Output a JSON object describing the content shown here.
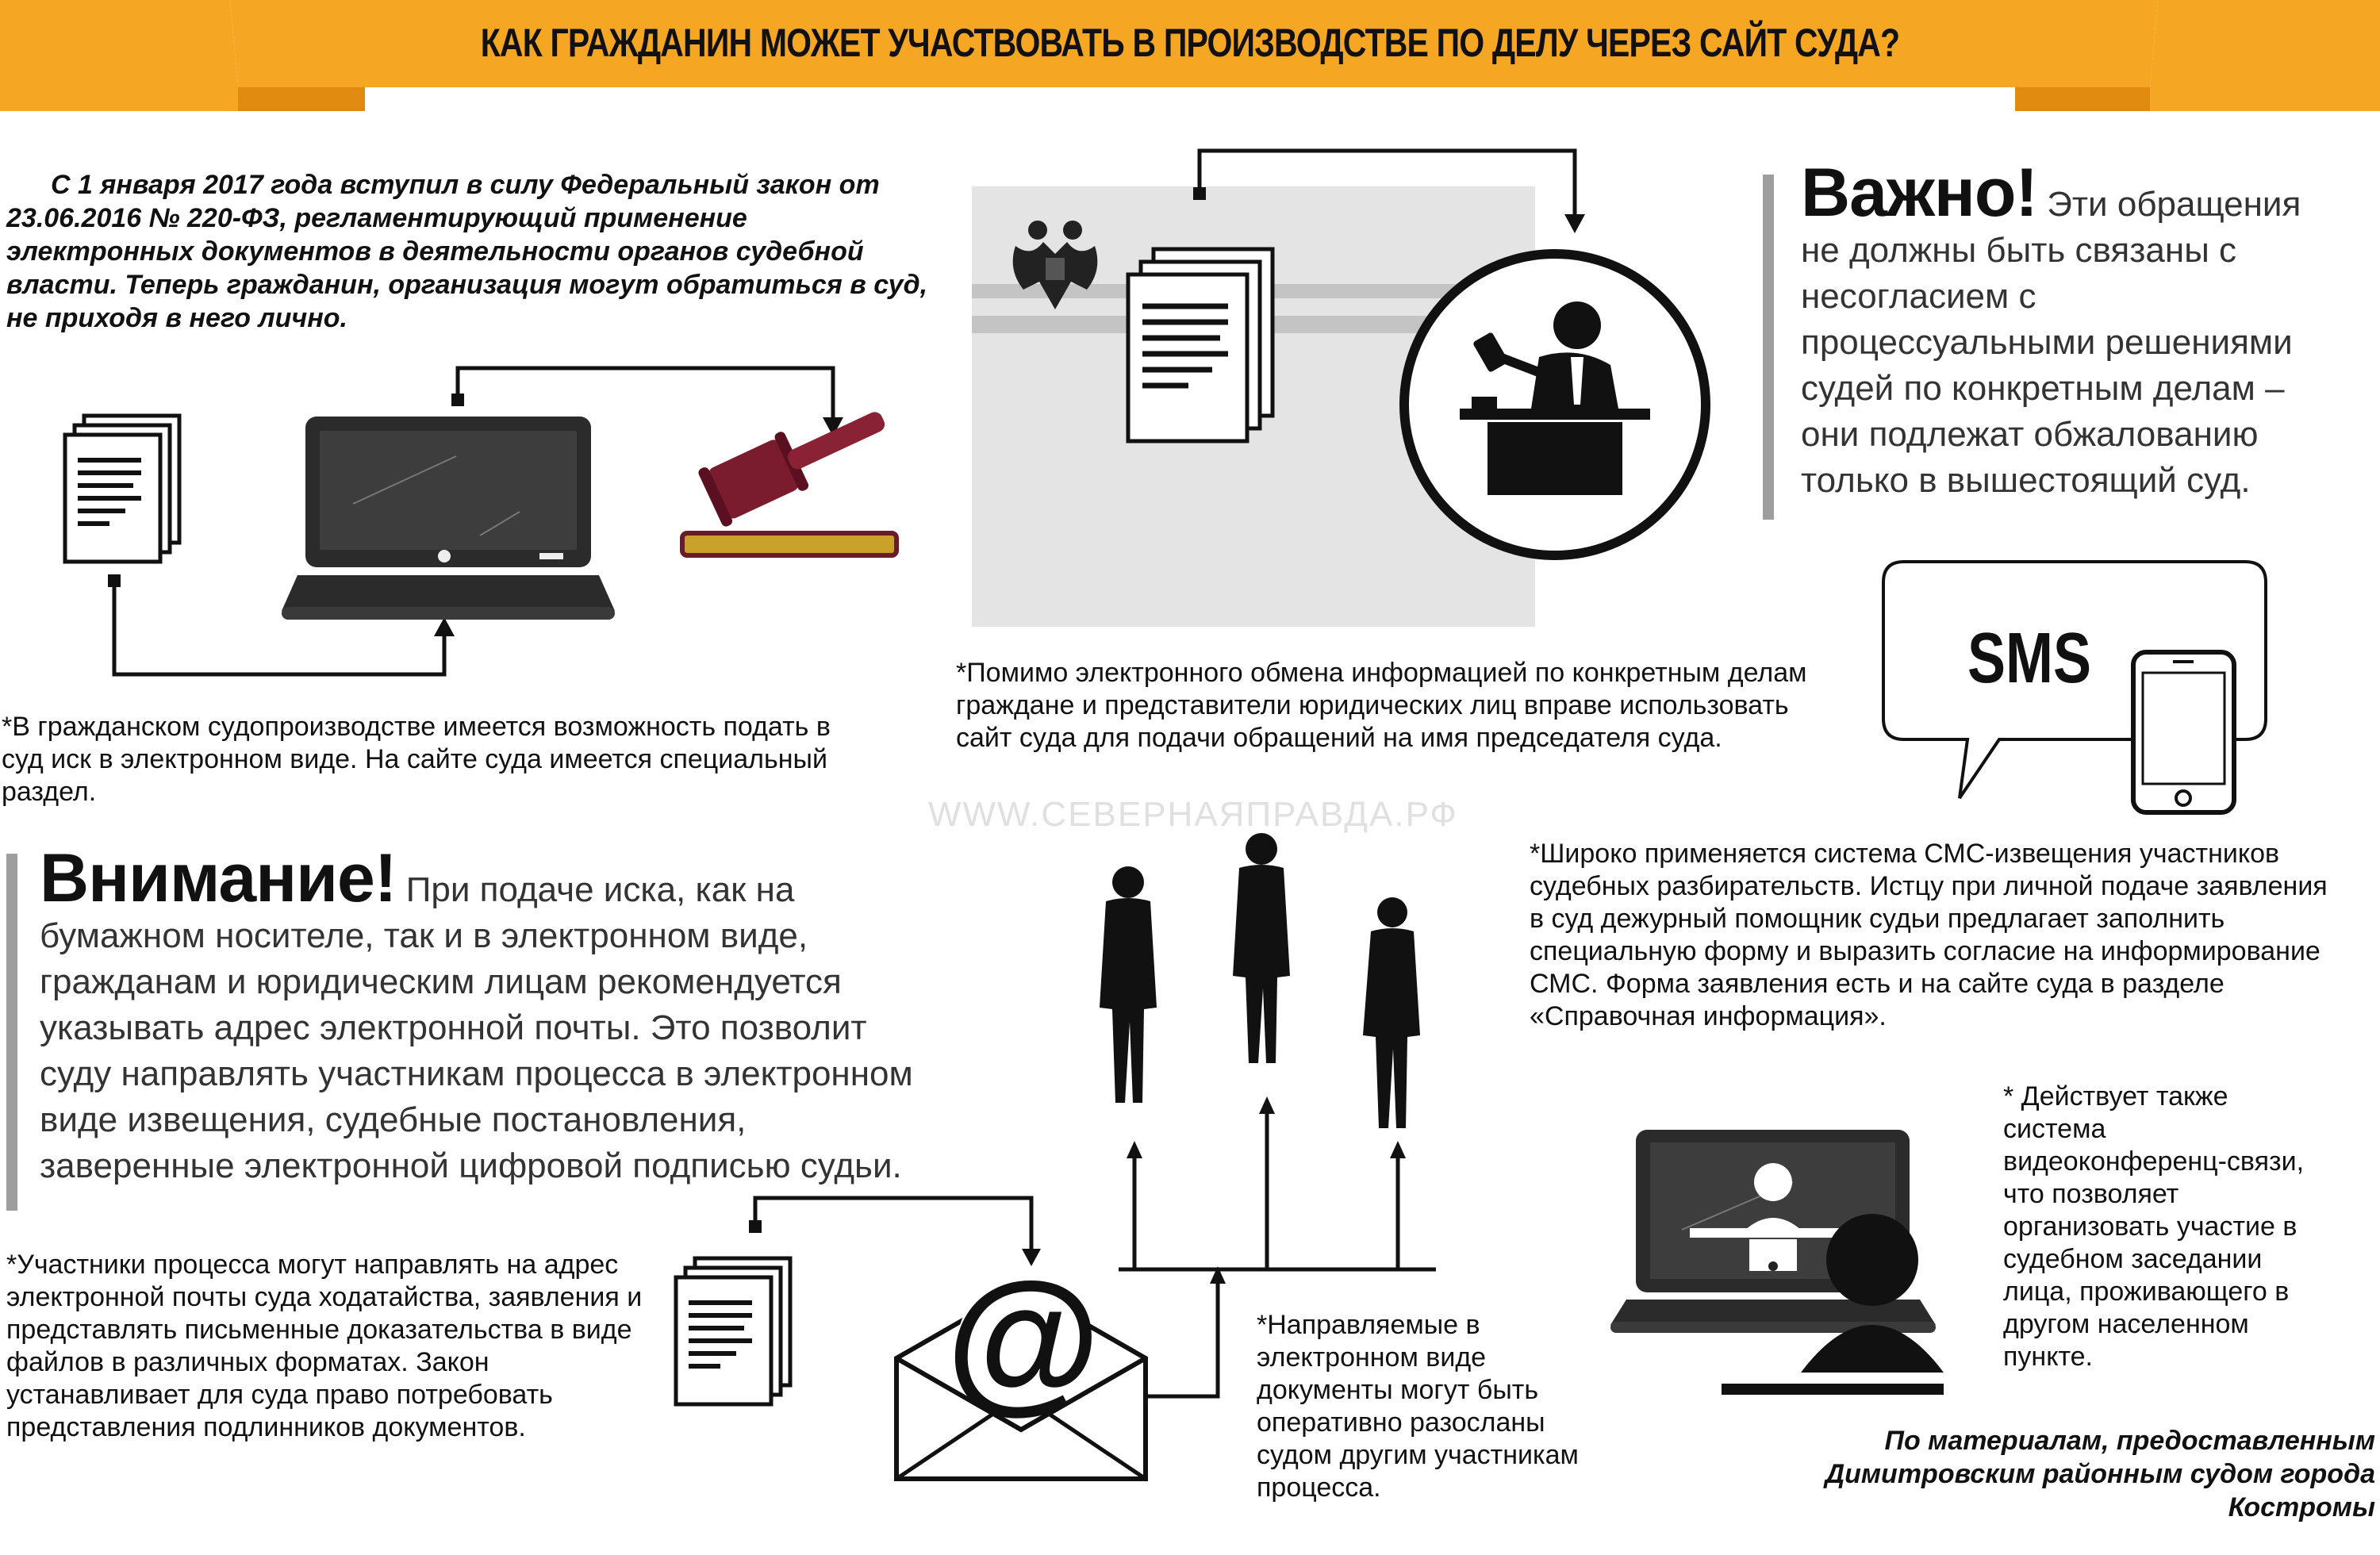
{
  "header": {
    "title": "КАК ГРАЖДАНИН МОЖЕТ УЧАСТВОВАТЬ В ПРОИЗВОДСТВЕ ПО ДЕЛУ ЧЕРЕЗ САЙТ СУДА?",
    "banner_color": "#f5a623"
  },
  "intro": "С 1 января 2017 года вступил в силу Федеральный закон от 23.06.2016 № 220-ФЗ, регламентирующий применение электронных документов в деятельности органов судебной власти. Теперь гражданин, организация могут обратиться в суд, не приходя в него лично.",
  "notes": {
    "civil": "*В гражданском судопроизводстве имеется возможность подать в суд иск в электронном виде. На сайте суда имеется специальный раздел.",
    "appeals": "*Помимо электронного обмена информацией по конкретным делам граждане и представители юридических лиц вправе использовать сайт суда для подачи обращений на имя председателя суда.",
    "sms": "*Широко применяется система СМС-извещения участников судебных разбирательств. Истцу при личной подаче заявления в суд дежурный помощник судьи предлагает заполнить специальную форму и выразить согласие на информирование СМС. Форма заявления есть и на сайте суда в разделе «Справочная информация».",
    "email": "*Участники процесса могут направлять на адрес электронной почты суда ходатайства, заявления и представлять письменные доказательства в виде файлов в различных форматах. Закон устанавливает для суда право потребовать представления подлинников документов.",
    "distribution": "*Направляемые в электронном виде документы могут быть оперативно разосланы судом другим участникам процесса.",
    "video": "* Действует также система видеоконференц-связи, что позволяет организовать участие в судебном заседании лица, проживающего в другом населенном пункте."
  },
  "important": {
    "heading": "Важно!",
    "text": "Эти обращения не должны быть связаны с несогласием с процессуальными решениями судей по конкретным делам – они подлежат обжалованию только в вышестоящий суд."
  },
  "attention": {
    "heading": "Внимание!",
    "text": "При подаче иска, как на бумажном носителе, так и в электронном виде, гражданам и юридическим лицам рекомендуется указывать адрес электронной почты. Это позволит суду направлять участникам процесса в электронном виде извещения, судебные постановления, заверенные электронной цифровой подписью судьи."
  },
  "sms_label": "SMS",
  "email_symbol": "@",
  "watermark": "WWW.СЕВЕРНАЯПРАВДА.РФ",
  "credit": "По материалам, предоставленным Димитровским районным судом города Костромы",
  "icons": [
    "document-stack-icon",
    "laptop-icon",
    "gavel-icon",
    "court-building-icon",
    "emblem-icon",
    "judge-icon",
    "sms-bubble-icon",
    "smartphone-icon",
    "people-icon",
    "email-envelope-icon",
    "videoconference-icon"
  ]
}
